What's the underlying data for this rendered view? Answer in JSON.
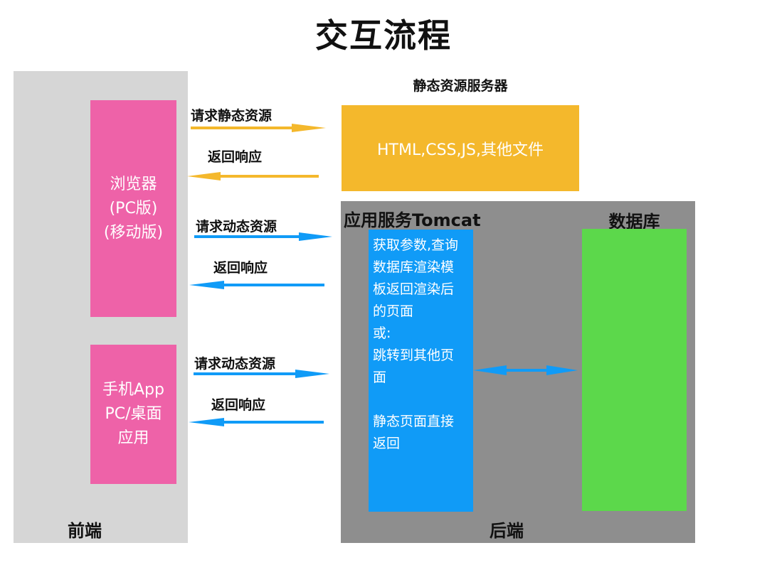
{
  "title": "交互流程",
  "frontend": {
    "label": "前端",
    "browser_lines": [
      "浏览器",
      "(PC版)",
      "(移动版)"
    ],
    "app_lines": [
      "手机App",
      "PC/桌面",
      "应用"
    ]
  },
  "static_server": {
    "label": "静态资源服务器",
    "content": "HTML,CSS,JS,其他文件"
  },
  "backend": {
    "label": "后端",
    "app_server_title": "应用服务Tomcat",
    "db_title": "数据库",
    "logic_lines": [
      "获取参数,查询",
      "数据库渲染模",
      "板返回渲染后",
      "的页面",
      "或:",
      "跳转到其他页",
      "面",
      "",
      "静态页面直接",
      "返回"
    ]
  },
  "arrows": {
    "req_static": "请求静态资源",
    "resp_static": "返回响应",
    "req_dynamic_1": "请求动态资源",
    "resp_dynamic_1": "返回响应",
    "req_dynamic_2": "请求动态资源",
    "resp_dynamic_2": "返回响应"
  },
  "colors": {
    "static_arrow": "#f4b82c",
    "dynamic_arrow": "#109bf7",
    "client_box": "#ee62a8",
    "database": "#5cd84b"
  }
}
